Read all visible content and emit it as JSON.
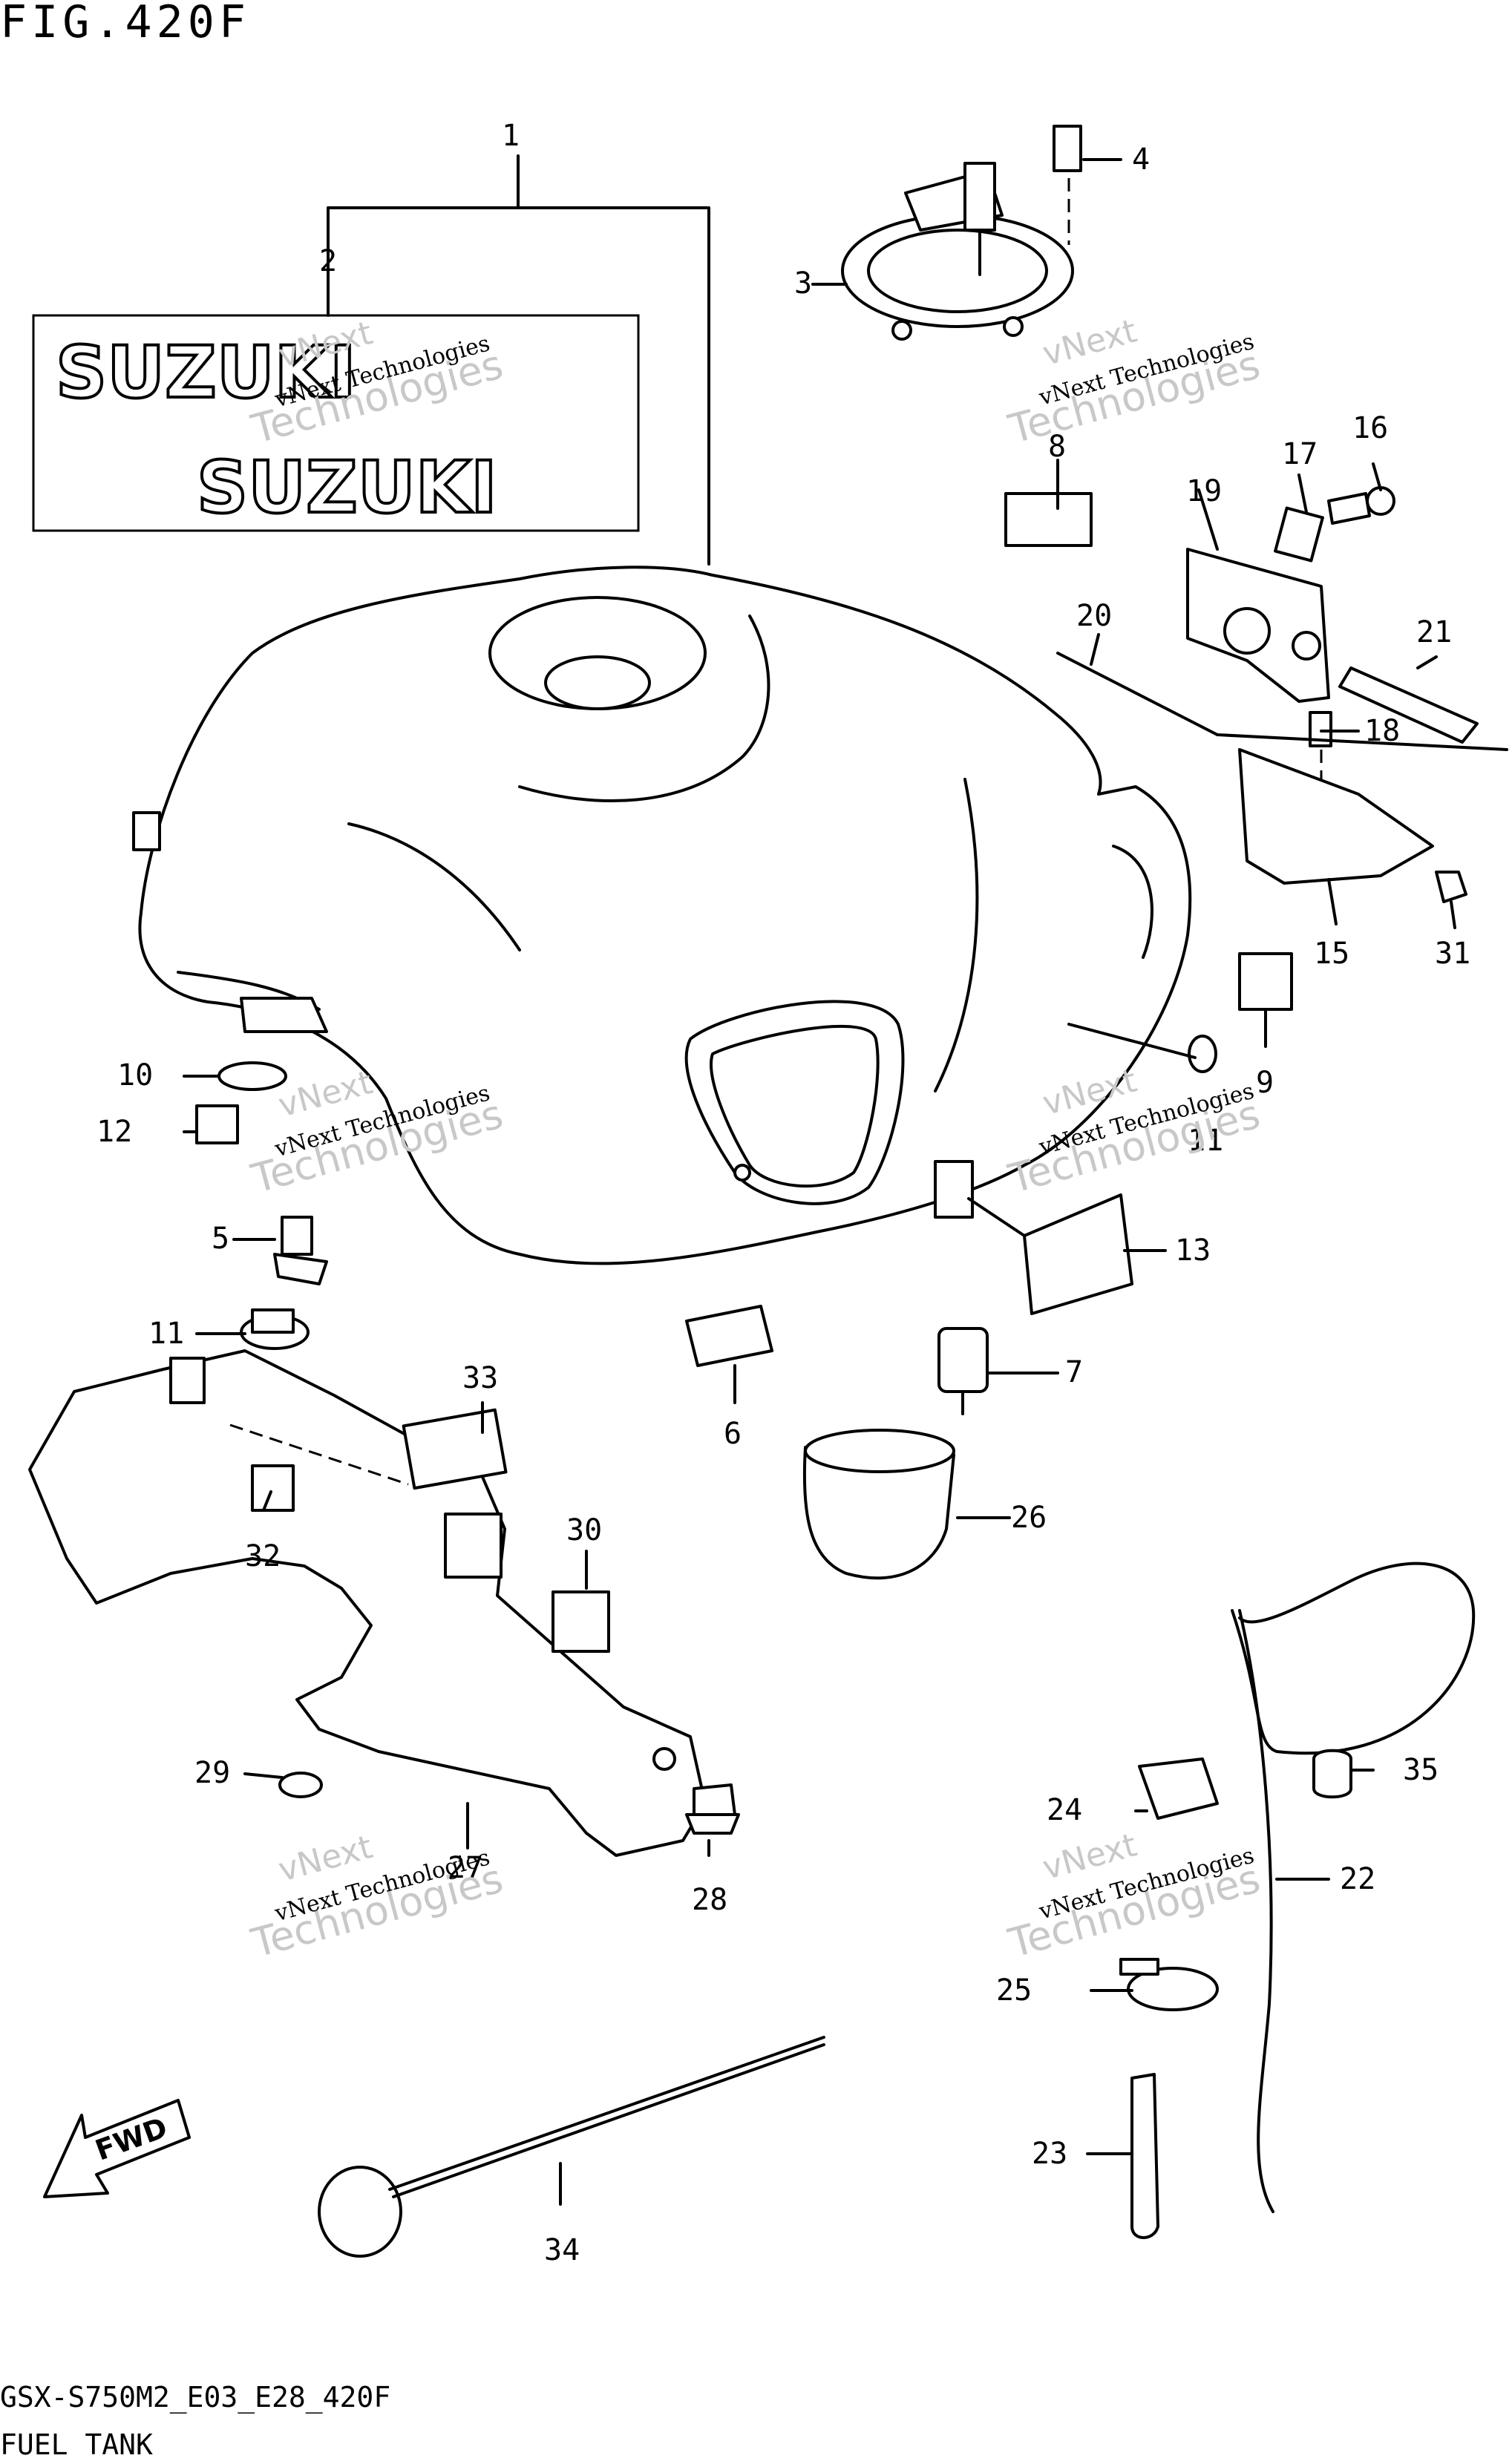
{
  "header": {
    "figure_label": "FIG.420F"
  },
  "footer": {
    "model_code": "GSX-S750M2_E03_E28_420F",
    "section_name": "FUEL TANK"
  },
  "decal_text": [
    "SUZUKI",
    "SUZUKI"
  ],
  "direction_arrow": {
    "label": "FWD"
  },
  "watermark": {
    "line1": "vNext Technologies",
    "line2": "vNext",
    "line3": "Technologies"
  },
  "callouts": [
    {
      "num": "1"
    },
    {
      "num": "2"
    },
    {
      "num": "3"
    },
    {
      "num": "4"
    },
    {
      "num": "5"
    },
    {
      "num": "6"
    },
    {
      "num": "7"
    },
    {
      "num": "8"
    },
    {
      "num": "9"
    },
    {
      "num": "10"
    },
    {
      "num": "11"
    },
    {
      "num": "11"
    },
    {
      "num": "12"
    },
    {
      "num": "13"
    },
    {
      "num": "15"
    },
    {
      "num": "16"
    },
    {
      "num": "17"
    },
    {
      "num": "18"
    },
    {
      "num": "19"
    },
    {
      "num": "20"
    },
    {
      "num": "21"
    },
    {
      "num": "22"
    },
    {
      "num": "23"
    },
    {
      "num": "24"
    },
    {
      "num": "25"
    },
    {
      "num": "26"
    },
    {
      "num": "27"
    },
    {
      "num": "28"
    },
    {
      "num": "29"
    },
    {
      "num": "30"
    },
    {
      "num": "31"
    },
    {
      "num": "32"
    },
    {
      "num": "33"
    },
    {
      "num": "34"
    },
    {
      "num": "35"
    }
  ]
}
